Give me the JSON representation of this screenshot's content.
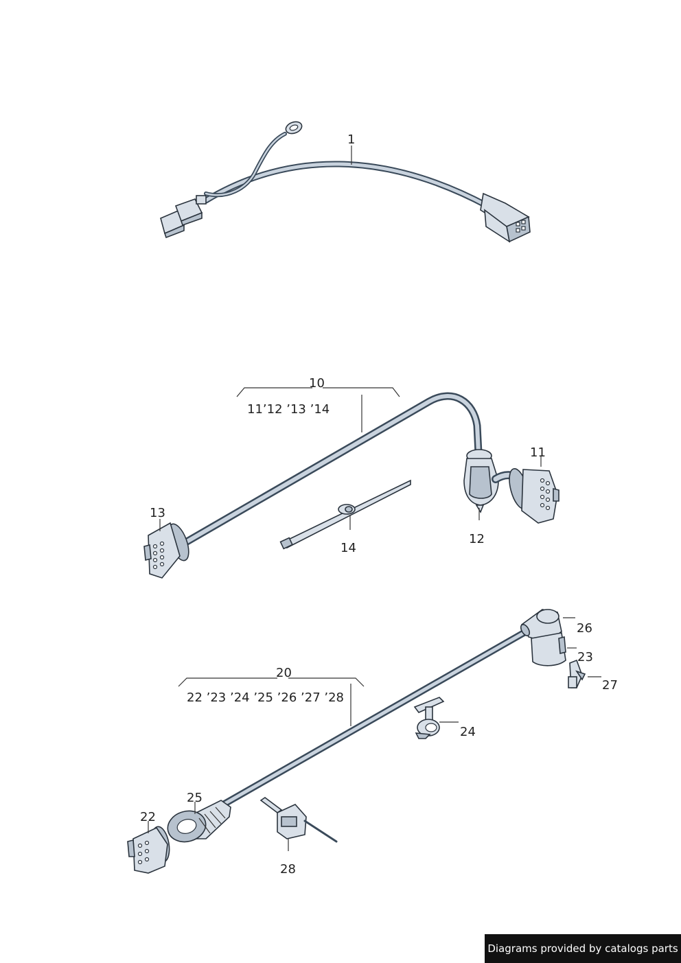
{
  "callouts": {
    "c1": "1",
    "c10": "10",
    "c11": "11",
    "c12": "12",
    "c13": "13",
    "c14": "14",
    "c20": "20",
    "c22": "22",
    "c23": "23",
    "c24": "24",
    "c25": "25",
    "c26": "26",
    "c27": "27",
    "c28": "28"
  },
  "groups": {
    "g10_items": "11’12 ’13 ’14",
    "g20_items": "22 ’23 ’24  ’25 ’26 ’27 ’28"
  },
  "footer": {
    "credit": "Diagrams provided by catalogs parts"
  },
  "colors": {
    "line": "#2a333d",
    "part_fill": "#d9e0e8",
    "badge_bg": "#111111",
    "badge_text": "#ffffff"
  }
}
